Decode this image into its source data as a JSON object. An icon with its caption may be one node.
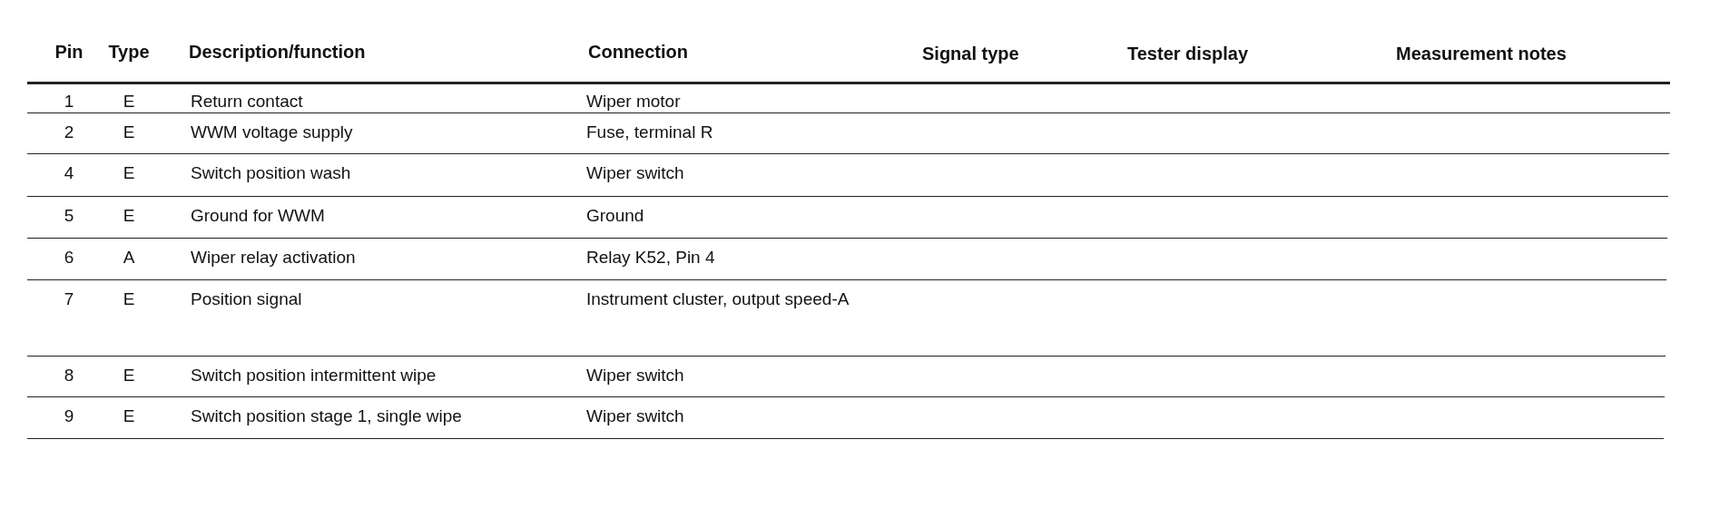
{
  "diagram": {
    "labels": [
      "Pin",
      "Type",
      "Description/function",
      "Connection",
      "Signal type",
      "Tester display",
      "Measurement notes",
      "1",
      "E",
      "Return contact",
      "Wiper motor",
      "2",
      "E",
      "WWM voltage supply",
      "Fuse, terminal R",
      "4",
      "E",
      "Switch position wash",
      "Wiper switch",
      "5",
      "E",
      "Ground for WWM",
      "Ground",
      "6",
      "A",
      "Wiper relay activation",
      "Relay K52, Pin 4",
      "7",
      "E",
      "Position signal",
      "Instrument cluster, output speed-A",
      "8",
      "E",
      "Switch position intermittent wipe",
      "Wiper switch",
      "9",
      "E",
      "Switch position stage 1, single wipe",
      "Wiper switch"
    ]
  }
}
